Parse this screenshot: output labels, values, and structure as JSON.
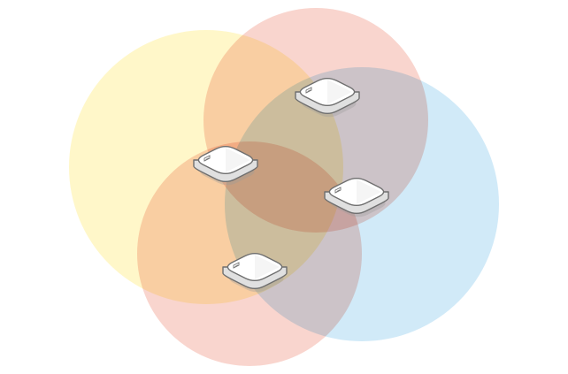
{
  "diagram": {
    "kind": "mesh-wifi-coverage",
    "zones": [
      {
        "id": "yellow",
        "color": "#fff6bf",
        "opacity": 0.85
      },
      {
        "id": "pink-top",
        "color": "#f4b3a6",
        "opacity": 0.55
      },
      {
        "id": "blue",
        "color": "#b3dcf3",
        "opacity": 0.6
      },
      {
        "id": "pink-bottom",
        "color": "#f4b3a6",
        "opacity": 0.55
      }
    ],
    "routers": [
      {
        "id": "left",
        "icon": "wifi-router-icon"
      },
      {
        "id": "top",
        "icon": "wifi-router-icon"
      },
      {
        "id": "right",
        "icon": "wifi-router-icon"
      },
      {
        "id": "bottom",
        "icon": "wifi-router-icon"
      }
    ],
    "colors": {
      "router_top": "#ffffff",
      "router_side": "#e0e0e0",
      "router_outline": "#6f6f6f",
      "router_shadow": "#9a9a9a"
    }
  }
}
